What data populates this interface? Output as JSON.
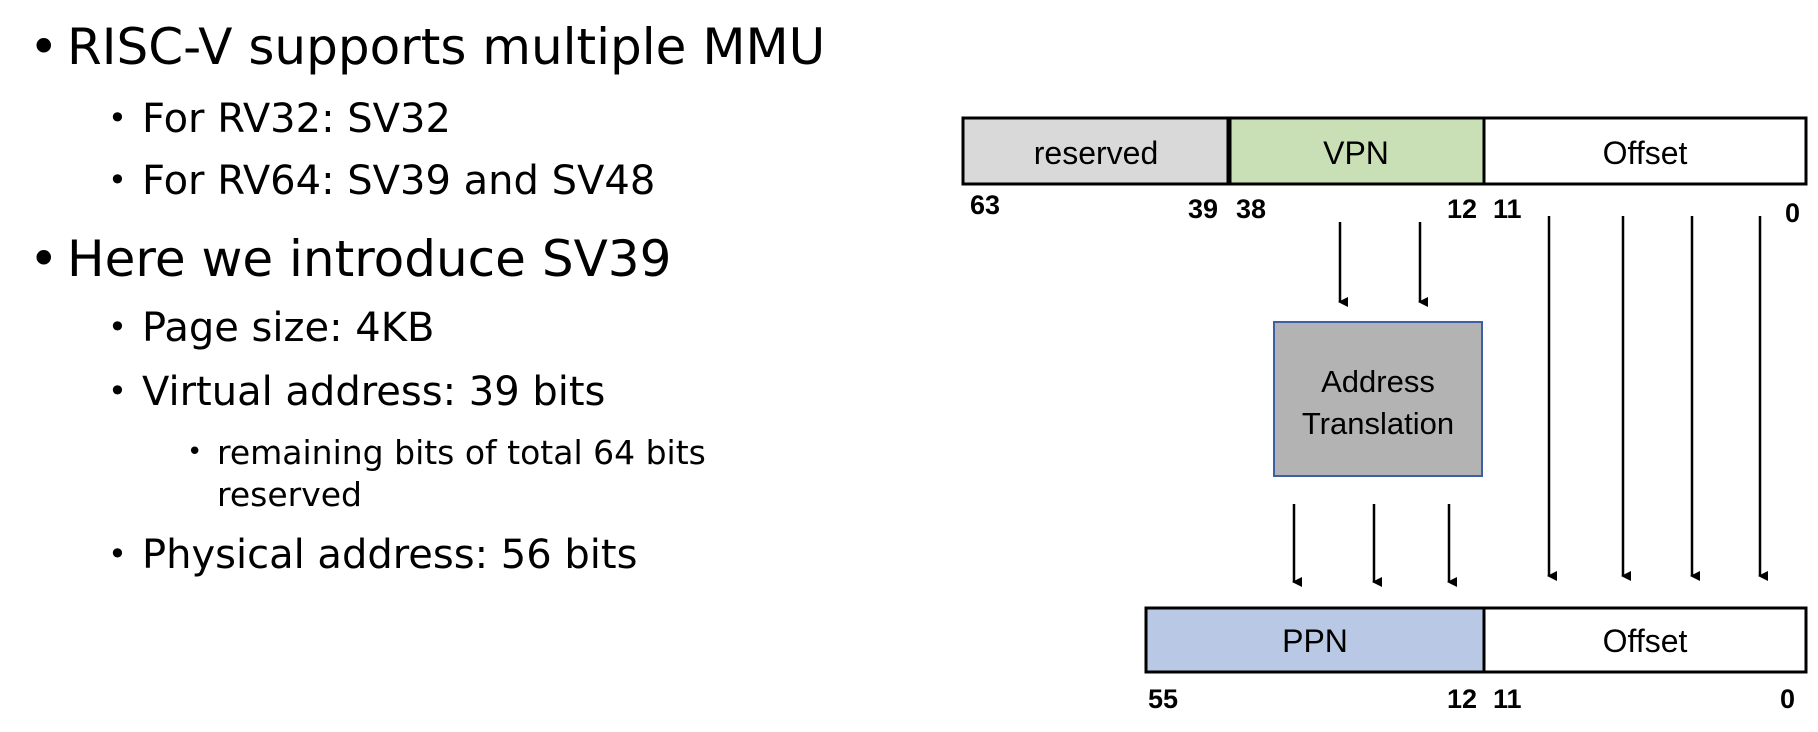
{
  "bullets": [
    {
      "level": 1,
      "text": "RISC-V supports multiple MMU"
    },
    {
      "level": 2,
      "text": "For RV32: SV32"
    },
    {
      "level": 2,
      "text": "For RV64: SV39 and SV48"
    },
    {
      "level": 1,
      "text": "Here we introduce SV39"
    },
    {
      "level": 2,
      "text": "Page size: 4KB"
    },
    {
      "level": 2,
      "text": "Virtual address: 39 bits"
    },
    {
      "level": 3,
      "text": "remaining bits of total 64 bits"
    },
    {
      "level": 3,
      "text": "reserved"
    },
    {
      "level": 2,
      "text": "Physical address: 56 bits"
    }
  ],
  "virtual_address": {
    "fields": [
      {
        "name": "reserved",
        "high_bit": "63",
        "low_bit": "39",
        "color": "#d9d9d9"
      },
      {
        "name": "VPN",
        "high_bit": "38",
        "low_bit": "12",
        "color": "#c9e0b7"
      },
      {
        "name": "Offset",
        "high_bit": "11",
        "low_bit": "0",
        "color": "#ffffff"
      }
    ]
  },
  "translation_box": {
    "line1": "Address",
    "line2": "Translation",
    "fill": "#b3b3b3",
    "border": "#3f5fa5"
  },
  "physical_address": {
    "fields": [
      {
        "name": "PPN",
        "high_bit": "55",
        "low_bit": "12",
        "color": "#b9c8e4"
      },
      {
        "name": "Offset",
        "high_bit": "11",
        "low_bit": "0",
        "color": "#ffffff"
      }
    ]
  }
}
